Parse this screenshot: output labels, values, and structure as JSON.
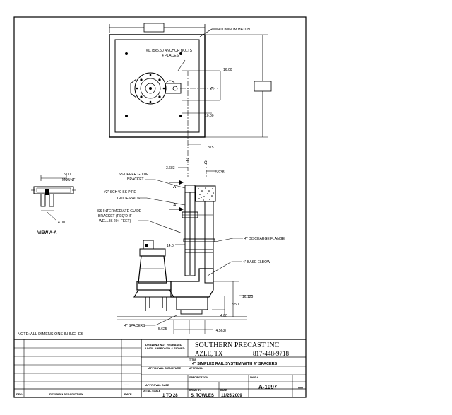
{
  "drawing": {
    "callouts": {
      "hatch": "ALUMINUM HATCH",
      "anchor_bolts_1": "#0.75x5.50 ANCHOR BOLTS",
      "anchor_bolts_2": "4 PLACES",
      "dim_16": "16.00",
      "dim_10": "10.00",
      "centerline": "C",
      "dim_1375": "1.375",
      "dim_3683": "3.683",
      "dim_5938": "5.938",
      "upper_bracket_1": "SS UPPER GUIDE",
      "upper_bracket_2": "BRACKET",
      "guide_rails_1": "#2\" SCH40 SS PIPE",
      "guide_rails_2": "GUIDE RAILS",
      "inter_bracket_1": "SS INTERMEDIATE GUIDE",
      "inter_bracket_2": "BRACKET (REQ'D IF",
      "inter_bracket_3": "WELL IS 20+ FEET)",
      "section_a": "A",
      "dim_14": "14.0",
      "discharge_flange": "4\" DISCHARGE FLANGE",
      "base_elbow": "4\" BASE ELBOW",
      "dim_16125": "16.125",
      "dim_850": "8.50",
      "dim_400": "4.00",
      "spacers": "4\" SPACERS",
      "dim_5625": "5.625",
      "dim_4563": "(4.563)",
      "view_dim_500": "5.00",
      "view_dim_mount": "MOUNT",
      "view_dim_400": "4.00",
      "view_label": "VIEW A-A",
      "note": "NOTE: ALL DIMENSIONS IN INCHES"
    }
  },
  "title_block": {
    "company": "SOUTHERN PRECAST INC",
    "city": "AZLE, TX",
    "phone": "817-448-9718",
    "not_released": "DRAWING NOT RELEASED",
    "until_approved": "UNTIL APPROVED & SIGNED",
    "title_label": "TITLE",
    "title": "4\" SIMPLEX RAIL SYSTEM WITH 4\" SPACERS",
    "approval_label": "APPROVAL",
    "approval_value": "—",
    "approval_signature": "APPROVAL SIGNATURE",
    "specification_label": "SPECIFICATION",
    "dwg_label": "DWG #",
    "dwg_number": "A-1097",
    "approval_date": "APPROVAL DATE",
    "rev_label": "REV.",
    "revision_description": "REVISION DESCRIPTION",
    "date_label": "DATE",
    "scale_label": "DETAIL SCALE",
    "scale": "1 TO 28",
    "drawn_by_label": "DRWN BY",
    "drawn_by": "S. TOWLES",
    "drawn_date_label": "DATE",
    "drawn_date": "11/25/2009",
    "rev_dash_1": "—",
    "rev_dash_2": "—",
    "rev_dash_3": "—",
    "rev_dash_4": "—"
  }
}
